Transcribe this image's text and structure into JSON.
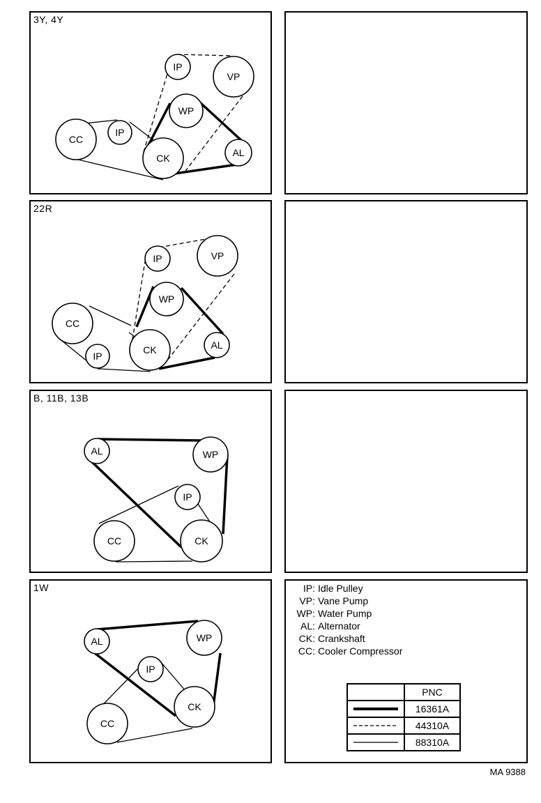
{
  "panels": [
    {
      "label": "3Y, 4Y"
    },
    {
      "label": "22R"
    },
    {
      "label": "B, 11B, 13B"
    },
    {
      "label": "1W"
    }
  ],
  "pulleys": {
    "cc": "CC",
    "ip": "IP",
    "ck": "CK",
    "wp": "WP",
    "vp": "VP",
    "al": "AL"
  },
  "legend": [
    {
      "abbr": "IP:",
      "name": "Idle Pulley"
    },
    {
      "abbr": "VP:",
      "name": "Vane Pump"
    },
    {
      "abbr": "WP:",
      "name": "Water Pump"
    },
    {
      "abbr": "AL:",
      "name": "Alternator"
    },
    {
      "abbr": "CK:",
      "name": "Crankshaft"
    },
    {
      "abbr": "CC:",
      "name": "Cooler Compressor"
    }
  ],
  "pnc_table": {
    "header": "PNC",
    "rows": [
      {
        "line_style": "thick-solid",
        "pnc": "16361A"
      },
      {
        "line_style": "dashed",
        "pnc": "44310A"
      },
      {
        "line_style": "thin-solid",
        "pnc": "88310A"
      }
    ]
  },
  "footer_code": "MA 9388"
}
